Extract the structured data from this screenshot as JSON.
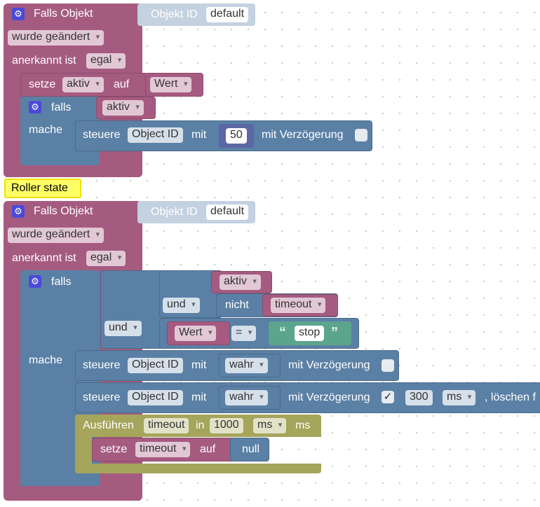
{
  "block1": {
    "header": "Falls Objekt",
    "object_id_label": "Objekt ID",
    "object_id_value": "default",
    "changed": "wurde geändert",
    "ack_label": "anerkannt ist",
    "ack_value": "egal",
    "set_label": "setze",
    "set_var": "aktiv",
    "set_to": "auf",
    "set_value": "Wert",
    "if_label": "falls",
    "if_var": "aktiv",
    "do_label": "mache",
    "control_label": "steuere",
    "control_obj": "Object ID",
    "control_with": "mit",
    "control_value": "50",
    "delay_label": "mit Verzögerung"
  },
  "comment": "Roller state",
  "block2": {
    "header": "Falls Objekt",
    "object_id_label": "Objekt ID",
    "object_id_value": "default",
    "changed": "wurde geändert",
    "ack_label": "anerkannt ist",
    "ack_value": "egal",
    "if_label": "falls",
    "and_outer": "und",
    "and_inner": "und",
    "var_aktiv": "aktiv",
    "not_label": "nicht",
    "var_timeout": "timeout",
    "var_wert": "Wert",
    "op_eq": "=",
    "string_quote_open": "“",
    "string_value": "stop",
    "string_quote_close": "”",
    "do_label": "mache",
    "control1": {
      "label": "steuere",
      "obj": "Object ID",
      "with": "mit",
      "value": "wahr",
      "delay": "mit Verzögerung"
    },
    "control2": {
      "label": "steuere",
      "obj": "Object ID",
      "with": "mit",
      "value": "wahr",
      "delay": "mit Verzögerung",
      "check": "✓",
      "delay_value": "300",
      "unit": "ms",
      "clear_label": ", löschen f"
    },
    "exec": {
      "label": "Ausführen",
      "var": "timeout",
      "in_label": "in",
      "value": "1000",
      "unit_select": "ms",
      "unit_label": "ms",
      "inner_set": "setze",
      "inner_var": "timeout",
      "inner_to": "auf",
      "inner_value": "null"
    }
  },
  "colors": {
    "event": "#a55b80",
    "logic": "#5b80a5",
    "timer": "#a5a55b",
    "object": "#c3d1e0",
    "string": "#5ba58c",
    "comment": "#ffff66",
    "number_block": "#5b67a5"
  },
  "icons": {
    "gear": "gear-icon",
    "dropdown": "chevron-down-icon",
    "checkbox": "checkbox-icon"
  }
}
